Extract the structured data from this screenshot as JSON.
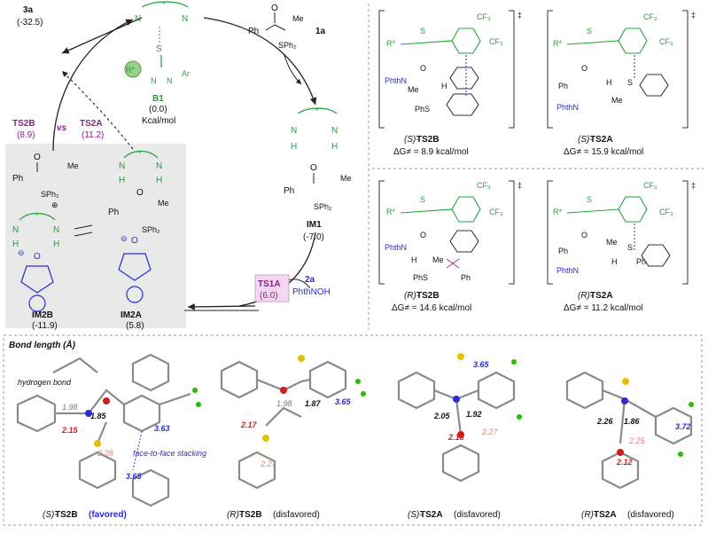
{
  "cycle": {
    "product": {
      "label": "3a",
      "energy": "(-32.5)"
    },
    "b1": {
      "label": "B1",
      "energy": "(0.0)",
      "unit": "Kcal/mol",
      "rstar": "R*",
      "s": "S",
      "n": "N",
      "h": "H",
      "ar": "Ar"
    },
    "sub1a": {
      "label": "1a",
      "ph": "Ph",
      "me": "Me",
      "o": "O",
      "sph2": "SPh₂"
    },
    "im1": {
      "label": "IM1",
      "energy": "(-7.0)"
    },
    "ts1a": {
      "label": "TS1A",
      "energy": "(6.0)"
    },
    "reagent": {
      "label": "2a",
      "name": "PhthNOH"
    },
    "im2a": {
      "label": "IM2A",
      "energy": "(5.8)"
    },
    "im2b": {
      "label": "IM2B",
      "energy": "(-11.9)"
    },
    "ts2b": {
      "label": "TS2B",
      "energy": "(8.9)"
    },
    "ts2a": {
      "label": "TS2A",
      "energy": "(11.2)"
    },
    "vs": "vs",
    "plus": "⊕",
    "minus": "⊖",
    "star": "*"
  },
  "ts_panels": [
    {
      "config": "(S)-",
      "name": "TS2B",
      "dg": "ΔG≠ = 8.9 kcal/mol"
    },
    {
      "config": "(S)-",
      "name": "TS2A",
      "dg": "ΔG≠ = 15.9 kcal/mol"
    },
    {
      "config": "(R)-",
      "name": "TS2B",
      "dg": "ΔG≠ = 14.6 kcal/mol"
    },
    {
      "config": "(R)-",
      "name": "TS2A",
      "dg": "ΔG≠ = 11.2 kcal/mol"
    }
  ],
  "ts_labels": {
    "cf3": "CF₃",
    "rstar": "R*",
    "phthn": "PhthN",
    "phs": "PhS",
    "ph": "Ph",
    "me": "Me",
    "h": "H",
    "o": "O",
    "s": "S",
    "dagger": "‡"
  },
  "bond_panel": {
    "title": "Bond length (Å)",
    "hbond_label": "hydrogen bond",
    "stacking_label": "face-to-face stacking",
    "structures": [
      {
        "config": "(S)-",
        "name": "TS2B",
        "status": "(favored)",
        "d_gray": "1.98",
        "d_black": "1.85",
        "d_red": "2.15",
        "d_salmon": "2.28",
        "d_blue1": "3.63",
        "d_blue2": "3.65"
      },
      {
        "config": "(R)-",
        "name": "TS2B",
        "status": "(disfavored)",
        "d_gray": "1.98",
        "d_black": "1.87",
        "d_red": "2.17",
        "d_salmon": "2.27",
        "d_blue1": "3.65"
      },
      {
        "config": "(S)-",
        "name": "TS2A",
        "status": "(disfavored)",
        "d_black": "2.05",
        "d_black2": "1.92",
        "d_red": "2.18",
        "d_salmon": "2.27",
        "d_blue1": "3.65"
      },
      {
        "config": "(R)-",
        "name": "TS2A",
        "status": "(disfavored)",
        "d_black": "2.26",
        "d_black2": "1.86",
        "d_red": "2.12",
        "d_salmon": "2.25",
        "d_blue1": "3.72"
      }
    ]
  }
}
